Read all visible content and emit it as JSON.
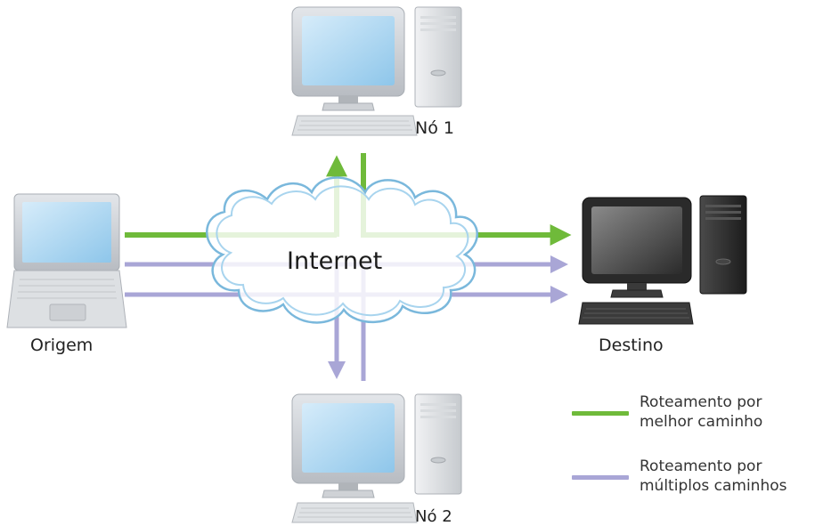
{
  "cloud_label": "Internet",
  "nodes": {
    "origin": "Origem",
    "destination": "Destino",
    "node1": "Nó 1",
    "node2": "Nó 2"
  },
  "legend": {
    "best_path": {
      "line1": "Roteamento por",
      "line2": "melhor caminho",
      "color": "#6fba3a"
    },
    "multi_path": {
      "line1": "Roteamento por",
      "line2": "múltiplos caminhos",
      "color": "#a9a6d6"
    }
  },
  "colors": {
    "cloud_stroke": "#7ab8dc",
    "screen": "#a8d6f2",
    "monitor_frame": "#c9cdd2",
    "destination_frame": "#2a2a2a"
  }
}
